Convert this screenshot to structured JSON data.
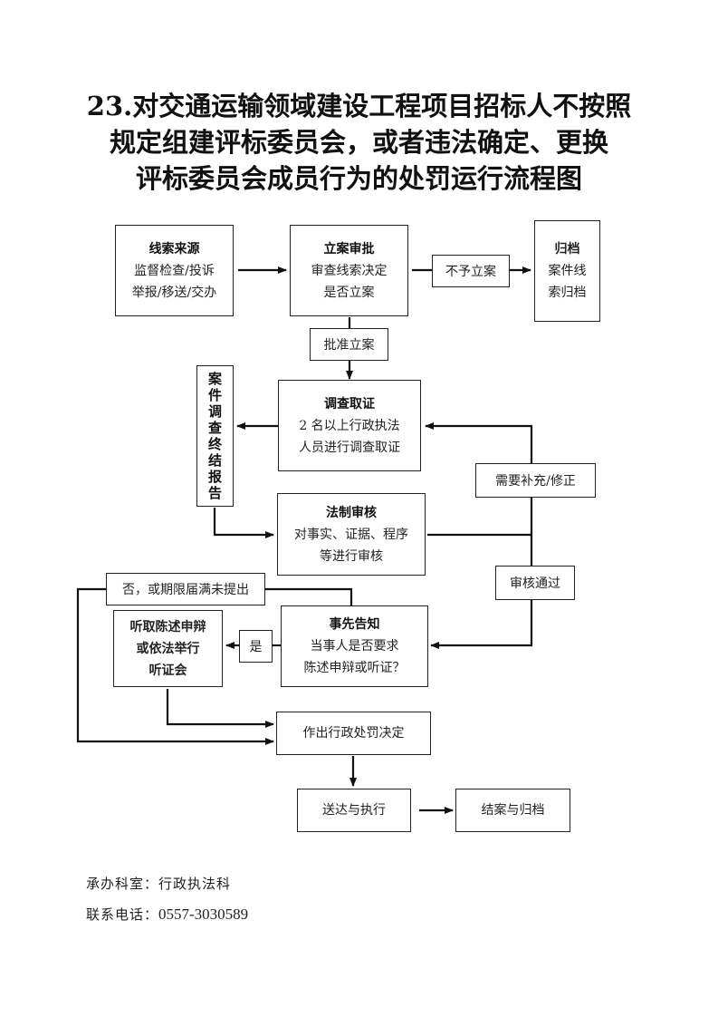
{
  "title": {
    "line1": "23.对交通运输领域建设工程项目招标人不按照",
    "line2": "规定组建评标委员会，或者违法确定、更换",
    "line3": "评标委员会成员行为的处罚运行流程图"
  },
  "nodes": {
    "source": {
      "heading": "线索来源",
      "line1": "监督检查/投诉",
      "line2": "举报/移送/交办"
    },
    "approval": {
      "heading": "立案审批",
      "line1": "审查线索决定",
      "line2": "是否立案"
    },
    "archive": {
      "heading": "归档",
      "line1": "案件线",
      "line2": "索归档"
    },
    "investigation": {
      "heading": "调查取证",
      "line1": "2 名以上行政执法",
      "line2": "人员进行调查取证"
    },
    "report": {
      "chars": [
        "案",
        "件",
        "调",
        "查",
        "终",
        "结",
        "报",
        "告"
      ]
    },
    "legal_review": {
      "heading": "法制审核",
      "line1": "对事实、证据、程序",
      "line2": "等进行审核"
    },
    "notice": {
      "heading": "事先告知",
      "line1": "当事人是否要求",
      "line2": "陈述申辩或听证？"
    },
    "hearing": {
      "line1": "听取陈述申辩",
      "line2": "或依法举行",
      "line3": "听证会"
    },
    "decision": {
      "text": "作出行政处罚决定"
    },
    "delivery": {
      "text": "送达与执行"
    },
    "closure": {
      "text": "结案与归档"
    }
  },
  "edge_labels": {
    "not_filed": "不予立案",
    "filed": "批准立案",
    "needs_fix": "需要补充/修正",
    "review_passed": "审核通过",
    "no_or_expired": "否，或期限届满未提出",
    "yes": "是"
  },
  "footer": {
    "dept_label": "承办科室：",
    "dept_value": "行政执法科",
    "phone_label": "联系电话：",
    "phone_value": "0557-3030589"
  }
}
